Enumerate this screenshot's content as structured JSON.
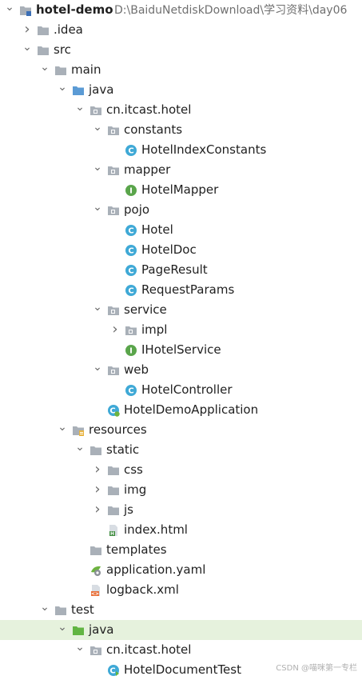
{
  "project": {
    "name": "hotel-demo",
    "path": "D:\\BaiduNetdiskDownload\\学习资料\\day06"
  },
  "tree": [
    {
      "label": "hotel-demo",
      "icon": "module-folder-icon",
      "depth": 0,
      "arrow": "down",
      "path": true,
      "bold": true
    },
    {
      "label": ".idea",
      "icon": "folder-icon",
      "depth": 1,
      "arrow": "right"
    },
    {
      "label": "src",
      "icon": "folder-icon",
      "depth": 1,
      "arrow": "down"
    },
    {
      "label": "main",
      "icon": "folder-icon",
      "depth": 2,
      "arrow": "down"
    },
    {
      "label": "java",
      "icon": "source-root-icon",
      "depth": 3,
      "arrow": "down"
    },
    {
      "label": "cn.itcast.hotel",
      "icon": "package-icon",
      "depth": 4,
      "arrow": "down"
    },
    {
      "label": "constants",
      "icon": "package-icon",
      "depth": 5,
      "arrow": "down"
    },
    {
      "label": "HotelIndexConstants",
      "icon": "class-icon",
      "depth": 6,
      "arrow": "none"
    },
    {
      "label": "mapper",
      "icon": "package-icon",
      "depth": 5,
      "arrow": "down"
    },
    {
      "label": "HotelMapper",
      "icon": "interface-icon",
      "depth": 6,
      "arrow": "none"
    },
    {
      "label": "pojo",
      "icon": "package-icon",
      "depth": 5,
      "arrow": "down"
    },
    {
      "label": "Hotel",
      "icon": "class-icon",
      "depth": 6,
      "arrow": "none"
    },
    {
      "label": "HotelDoc",
      "icon": "class-icon",
      "depth": 6,
      "arrow": "none"
    },
    {
      "label": "PageResult",
      "icon": "class-icon",
      "depth": 6,
      "arrow": "none"
    },
    {
      "label": "RequestParams",
      "icon": "class-icon",
      "depth": 6,
      "arrow": "none"
    },
    {
      "label": "service",
      "icon": "package-icon",
      "depth": 5,
      "arrow": "down"
    },
    {
      "label": "impl",
      "icon": "package-icon",
      "depth": 6,
      "arrow": "right"
    },
    {
      "label": "IHotelService",
      "icon": "interface-icon",
      "depth": 6,
      "arrow": "none"
    },
    {
      "label": "web",
      "icon": "package-icon",
      "depth": 5,
      "arrow": "down"
    },
    {
      "label": "HotelController",
      "icon": "class-icon",
      "depth": 6,
      "arrow": "none"
    },
    {
      "label": "HotelDemoApplication",
      "icon": "spring-boot-app-icon",
      "depth": 5,
      "arrow": "none"
    },
    {
      "label": "resources",
      "icon": "resources-root-icon",
      "depth": 3,
      "arrow": "down"
    },
    {
      "label": "static",
      "icon": "folder-icon",
      "depth": 4,
      "arrow": "down"
    },
    {
      "label": "css",
      "icon": "folder-icon",
      "depth": 5,
      "arrow": "right"
    },
    {
      "label": "img",
      "icon": "folder-icon",
      "depth": 5,
      "arrow": "right"
    },
    {
      "label": "js",
      "icon": "folder-icon",
      "depth": 5,
      "arrow": "right"
    },
    {
      "label": "index.html",
      "icon": "html-file-icon",
      "depth": 5,
      "arrow": "none"
    },
    {
      "label": "templates",
      "icon": "folder-icon",
      "depth": 4,
      "arrow": "none"
    },
    {
      "label": "application.yaml",
      "icon": "yaml-config-icon",
      "depth": 4,
      "arrow": "none"
    },
    {
      "label": "logback.xml",
      "icon": "xml-file-icon",
      "depth": 4,
      "arrow": "none"
    },
    {
      "label": "test",
      "icon": "folder-icon",
      "depth": 2,
      "arrow": "down"
    },
    {
      "label": "java",
      "icon": "test-root-icon",
      "depth": 3,
      "arrow": "down",
      "green": true
    },
    {
      "label": "cn.itcast.hotel",
      "icon": "package-icon",
      "depth": 4,
      "arrow": "down"
    },
    {
      "label": "HotelDocumentTest",
      "icon": "test-class-icon",
      "depth": 5,
      "arrow": "none"
    }
  ],
  "watermark": "CSDN @喵咪第一专栏",
  "colors": {
    "class": "#3fa9d6",
    "interface": "#5aa54b",
    "folder": "#a9b0b8",
    "source": "#5b8fc9",
    "test": "#5aa54b",
    "selection": "#e6f2dd"
  }
}
